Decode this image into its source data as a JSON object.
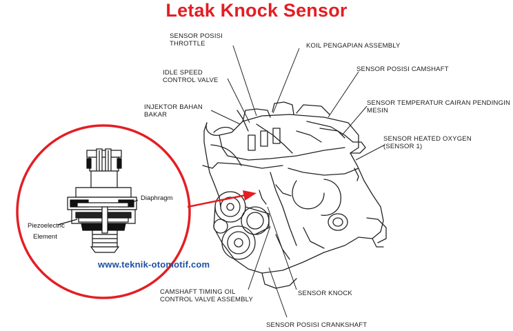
{
  "title": "Letak Knock Sensor",
  "website": "www.teknik-otomotif.com",
  "colors": {
    "title": "#e31e24",
    "circle": "#e31e24",
    "arrow": "#e31e24",
    "url": "#1f4fa3",
    "lines": "#222222"
  },
  "labels": {
    "sensor_posisi_throttle": "SENSOR POSISI\nTHROTTLE",
    "idle_speed_control_valve": "IDLE SPEED\nCONTROL VALVE",
    "injektor_bahan_bakar": "INJEKTOR BAHAN\nBAKAR",
    "koil_pengapian_assembly": "KOIL PENGAPIAN ASSEMBLY",
    "sensor_posisi_camshaft": "SENSOR POSISI CAMSHAFT",
    "sensor_temperatur_cairan_pendingin_mesin": "SENSOR TEMPERATUR CAIRAN PENDINGIN\nMESIN",
    "sensor_heated_oxygen": "SENSOR HEATED OXYGEN\n(SENSOR 1)",
    "camshaft_timing_oil_control_valve_assembly": "CAMSHAFT TIMING OIL\nCONTROL VALVE ASSEMBLY",
    "sensor_knock": "SENSOR KNOCK",
    "sensor_posisi_crankshaft": "SENSOR POSISI CRANKSHAFT"
  },
  "inset": {
    "diaphragm": "Diaphragm",
    "piezoelectric": "Piezoelectric",
    "element": "Element"
  }
}
